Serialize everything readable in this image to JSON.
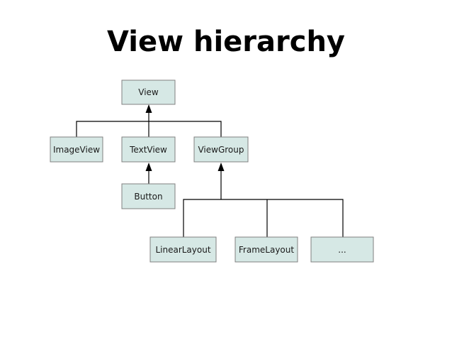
{
  "title": "View hierarchy",
  "colors": {
    "node_fill": "#d6e8e5",
    "node_border": "#808080",
    "line": "#000000"
  },
  "nodes": {
    "view": "View",
    "imageview": "ImageView",
    "textview": "TextView",
    "viewgroup": "ViewGroup",
    "button": "Button",
    "linearlayout": "LinearLayout",
    "framelayout": "FrameLayout",
    "more": "..."
  }
}
